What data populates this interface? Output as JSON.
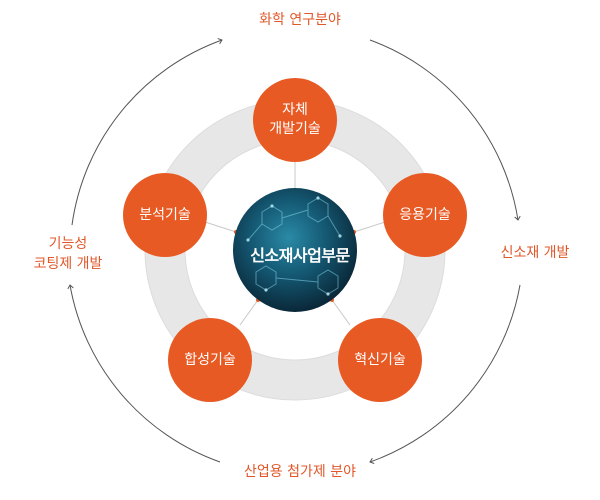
{
  "outer_labels": {
    "top": "화학 연구분야",
    "right": "신소재 개발",
    "bottom": "산업용 첨가제 분야",
    "left_line1": "기능성",
    "left_line2": "코팅제 개발"
  },
  "center": {
    "title": "신소재사업부문"
  },
  "nodes": {
    "top_line1": "자체",
    "top_line2": "개발기술",
    "right": "응용기술",
    "bottom_right": "혁신기술",
    "bottom_left": "합성기술",
    "left": "분석기술"
  },
  "colors": {
    "accent": "#e85a24",
    "ring": "#e6e6e6",
    "arrow": "#555555",
    "center_dark": "#0b2233"
  }
}
